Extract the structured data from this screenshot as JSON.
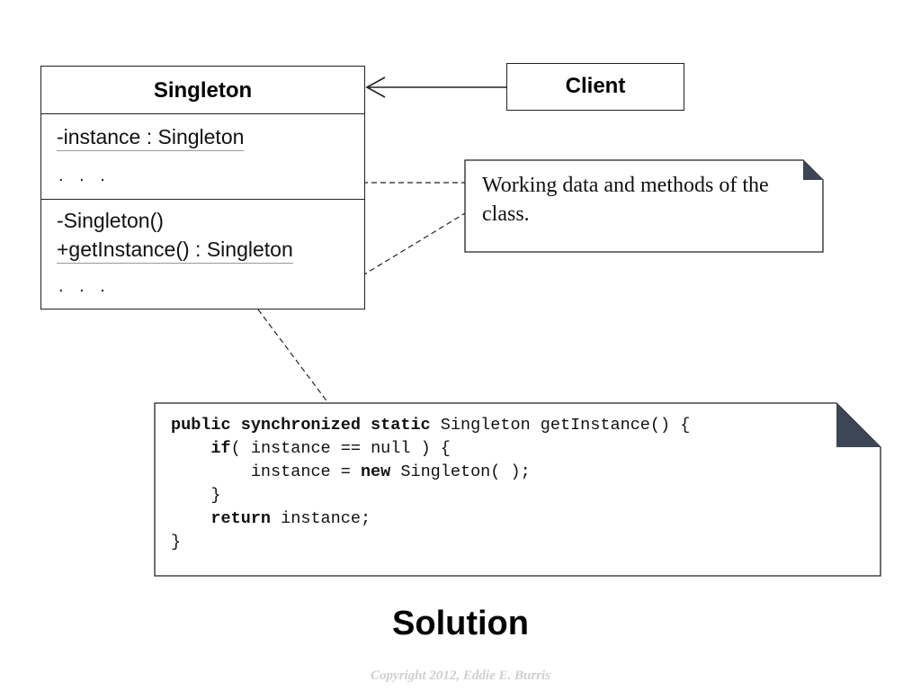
{
  "diagram": {
    "singleton_class": {
      "name": "Singleton",
      "attribute_1": "-instance : Singleton",
      "attribute_more": ". . .",
      "operation_1": "-Singleton()",
      "operation_2": "+getInstance() : Singleton",
      "operation_more": ". . ."
    },
    "client_class": {
      "name": "Client"
    },
    "note_working_data": {
      "text": "Working data and methods of the class."
    },
    "note_code": {
      "line_1": {
        "k1": "public synchronized static",
        "rest": " Singleton getInstance() {"
      },
      "line_2": {
        "indent": "    ",
        "k1": "if",
        "rest": "( instance == null ) {"
      },
      "line_3": {
        "indent": "        ",
        "pre": "instance = ",
        "k1": "new",
        "rest": " Singleton( );"
      },
      "line_4": "    }",
      "line_5": {
        "indent": "    ",
        "k1": "return",
        "rest": " instance;"
      },
      "line_6": "}"
    }
  },
  "caption": "Solution",
  "copyright": "Copyright 2012, Eddie E. Burris",
  "colors": {
    "line": "#222222",
    "note_fold": "#3c4655",
    "copyright": "#cfcfcf"
  }
}
